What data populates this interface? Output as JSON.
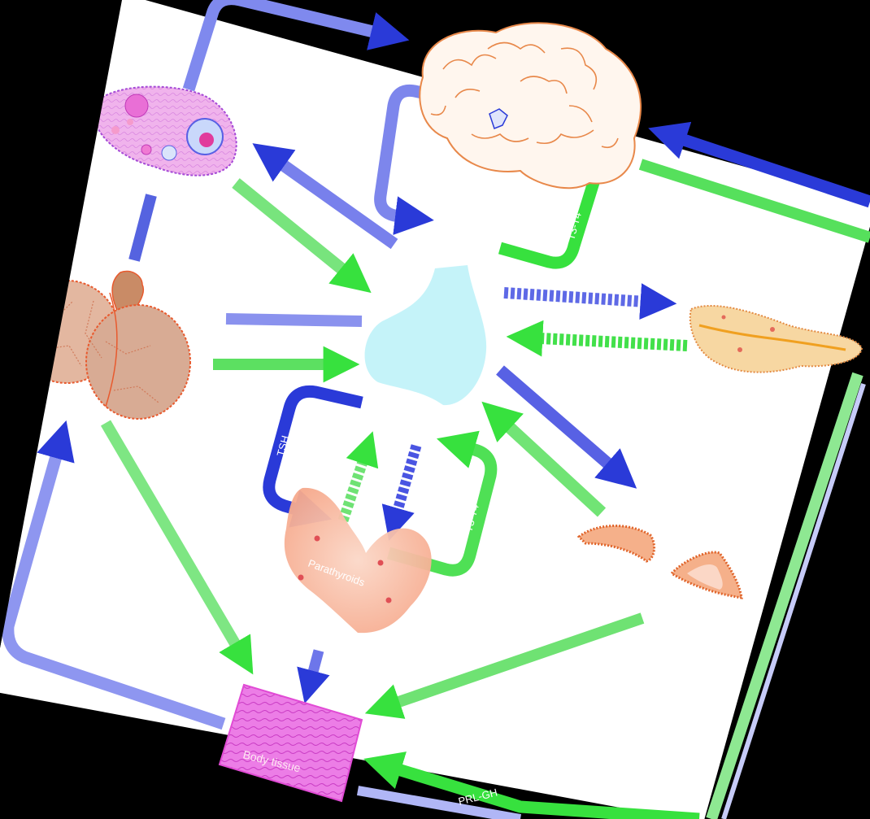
{
  "labels": {
    "brain_loop": "T3-T4",
    "tsh": "TSH",
    "thyroid_loop": "T3-T4",
    "parathyroids": "Parathyroids",
    "body_tissue": "Body tissue",
    "prl_gh": "PRL-GH"
  },
  "colors": {
    "background": "#ffffff",
    "outside": "#000000",
    "blue_arrow": "#2a3ad8",
    "green_arrow": "#37e13e",
    "pituitary": "#bff2f8",
    "brain_outline": "#e8884a",
    "thyroid": "#f7b9a0",
    "tissue": "#e455d6"
  },
  "icons": [
    "brain-icon",
    "ovary-icon",
    "testes-icon",
    "pituitary-icon",
    "pancreas-icon",
    "thyroid-icon",
    "adrenal-icon",
    "tissue-icon"
  ]
}
